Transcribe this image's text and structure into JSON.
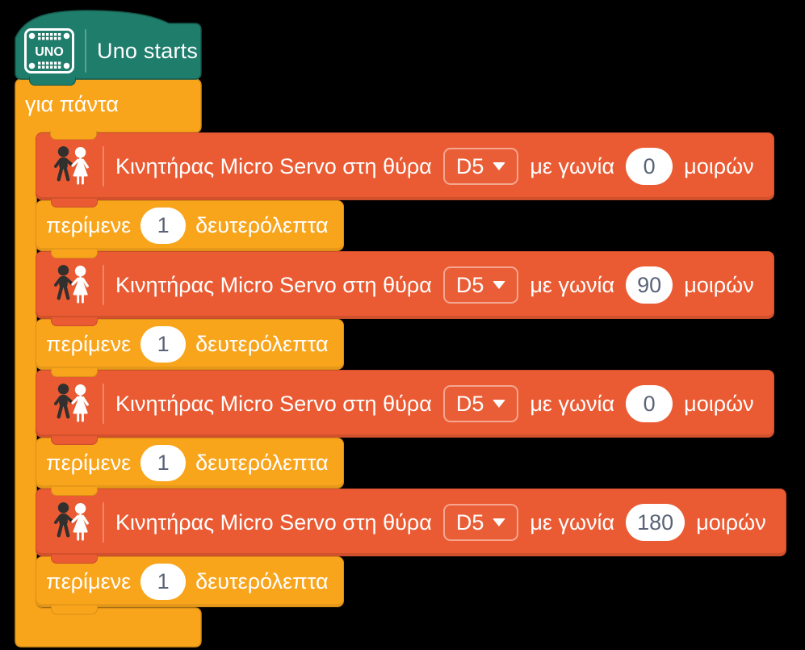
{
  "colors": {
    "hat": "#1F7D6C",
    "hat_border": "#15594C",
    "loop": "#F9A51C",
    "loop_border": "#D98E18",
    "servo": "#EA5B33",
    "servo_border": "#CB4E2A",
    "input_text": "#5A6377",
    "figure_dark": "#32302E",
    "white": "#FFFFFF"
  },
  "hat": {
    "label": "Uno starts",
    "icon": "uno-board-icon",
    "icon_text": "UNO"
  },
  "loop": {
    "label": "για πάντα"
  },
  "servo_blocks": [
    {
      "icon": "children-figures-icon",
      "label_pre": "Κινητήρας Micro Servo στη θύρα",
      "port": "D5",
      "label_mid": "με γωνία",
      "angle": "0",
      "label_unit": "μοιρών"
    },
    {
      "icon": "children-figures-icon",
      "label_pre": "Κινητήρας Micro Servo στη θύρα",
      "port": "D5",
      "label_mid": "με γωνία",
      "angle": "90",
      "label_unit": "μοιρών"
    },
    {
      "icon": "children-figures-icon",
      "label_pre": "Κινητήρας Micro Servo στη θύρα",
      "port": "D5",
      "label_mid": "με γωνία",
      "angle": "0",
      "label_unit": "μοιρών"
    },
    {
      "icon": "children-figures-icon",
      "label_pre": "Κινητήρας Micro Servo στη θύρα",
      "port": "D5",
      "label_mid": "με γωνία",
      "angle": "180",
      "label_unit": "μοιρών"
    }
  ],
  "wait_blocks": [
    {
      "label_pre": "περίμενε",
      "value": "1",
      "label_post": "δευτερόλεπτα"
    },
    {
      "label_pre": "περίμενε",
      "value": "1",
      "label_post": "δευτερόλεπτα"
    },
    {
      "label_pre": "περίμενε",
      "value": "1",
      "label_post": "δευτερόλεπτα"
    },
    {
      "label_pre": "περίμενε",
      "value": "1",
      "label_post": "δευτερόλεπτα"
    }
  ]
}
